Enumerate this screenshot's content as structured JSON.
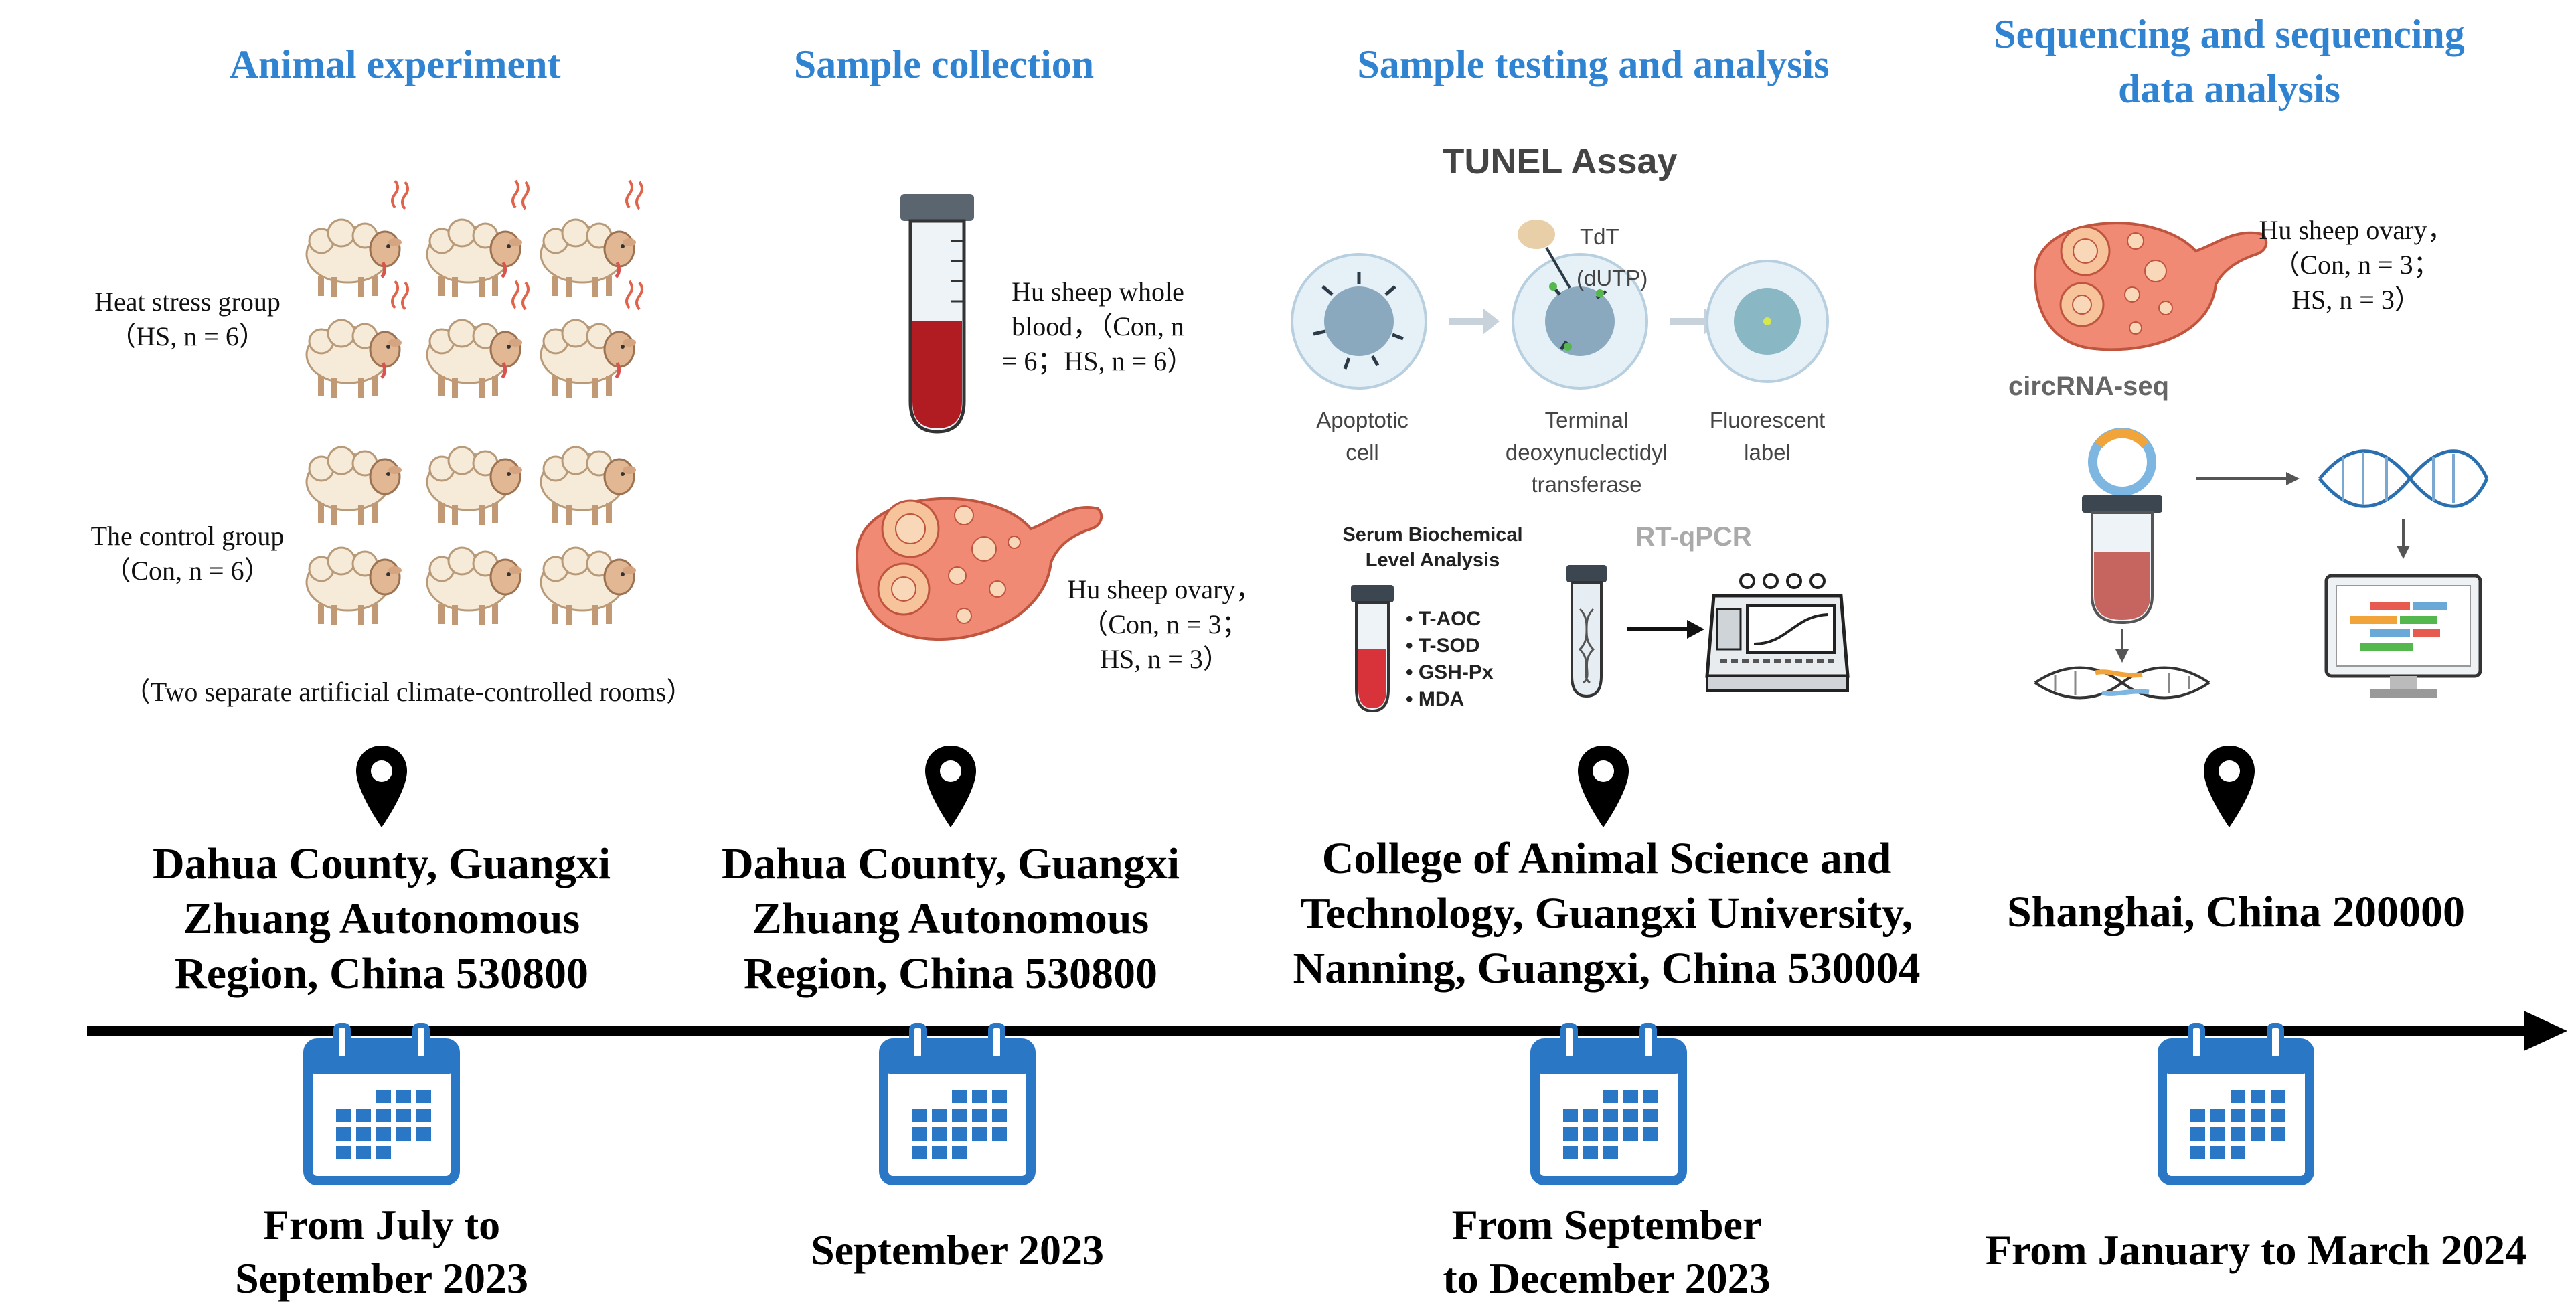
{
  "stages": [
    {
      "title": "Animal experiment",
      "location": [
        "Dahua County, Guangxi",
        "Zhuang Autonomous",
        "Region, China 530800"
      ],
      "date": [
        "From July to",
        "September 2023"
      ]
    },
    {
      "title": "Sample collection",
      "location": [
        "Dahua County, Guangxi",
        "Zhuang Autonomous",
        "Region, China 530800"
      ],
      "date": [
        "September 2023"
      ]
    },
    {
      "title": "Sample testing and analysis",
      "location": [
        "College of Animal Science and",
        "Technology, Guangxi University,",
        "Nanning, Guangxi, China 530004"
      ],
      "date": [
        "From September",
        "to December 2023"
      ]
    },
    {
      "title": [
        "Sequencing and sequencing",
        "data analysis"
      ],
      "location": [
        "Shanghai, China 200000"
      ],
      "date": [
        "From January to March 2024"
      ]
    }
  ],
  "animal": {
    "heat_label": [
      "Heat stress group",
      "（HS, n = 6）"
    ],
    "control_label": [
      "The control group",
      "（Con, n = 6）"
    ],
    "rooms_note": "（Two separate artificial climate-controlled rooms）"
  },
  "collection": {
    "blood_label": [
      "Hu sheep whole",
      "blood，（Con, n",
      "= 6；HS, n = 6）"
    ],
    "ovary_label": [
      "Hu sheep ovary，",
      "（Con, n = 3；",
      "HS, n = 3）"
    ]
  },
  "testing": {
    "tunel_title": "TUNEL Assay",
    "tdt": "TdT",
    "dutp": "(dUTP)",
    "step1": [
      "Apoptotic",
      "cell"
    ],
    "step2": [
      "Terminal",
      "deoxynuclectidyl",
      "transferase"
    ],
    "step3": [
      "Fluorescent",
      "label"
    ],
    "serum_title": [
      "Serum Biochemical",
      "Level Analysis"
    ],
    "serum_items": [
      "• T-AOC",
      "• T-SOD",
      "• GSH-Px",
      "• MDA"
    ],
    "rtqpcr": "RT-qPCR"
  },
  "sequencing": {
    "ovary_label": [
      "Hu sheep ovary，",
      "（Con, n = 3；",
      "HS, n = 3）"
    ],
    "circ_title": "circRNA-seq"
  },
  "colors": {
    "title_blue": "#2f83d0",
    "calendar_blue": "#2a77c6",
    "ovary": "#f08a74",
    "blood": "#b01c22"
  },
  "icons": [
    "map-pin-icon",
    "calendar-icon",
    "sheep-icon",
    "test-tube-icon",
    "ovary-icon",
    "cell-icon",
    "dna-icon",
    "monitor-icon",
    "qpcr-machine-icon"
  ]
}
